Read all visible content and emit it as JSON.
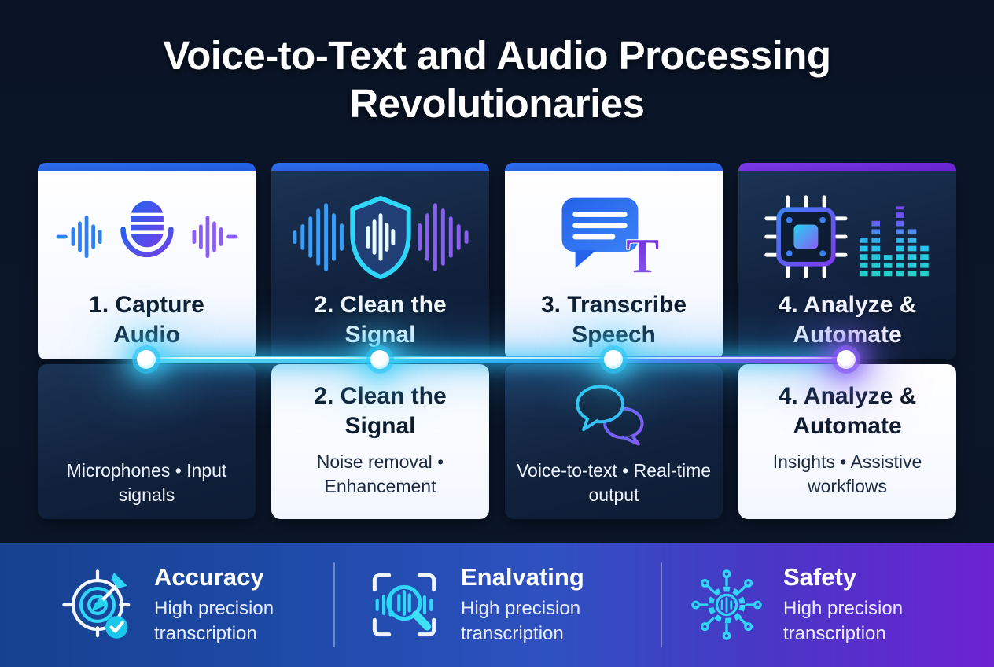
{
  "title": "Voice-to-Text and Audio Processing Revolutionaries",
  "colors": {
    "background": "#0b1527",
    "card_light": "#ffffff",
    "card_dark": "#14273f",
    "accent_blue": "#2563eb",
    "accent_purple": "#7c3aed",
    "timeline_cyan": "#2fc4f4",
    "timeline_purple": "#8b5cf6",
    "footer_blue": "#1e4aa9",
    "footer_purple": "#6d22d3"
  },
  "steps": [
    {
      "title": "1. Capture Audio",
      "icon": "microphone-soundwave-icon",
      "accent_color": "#2563eb",
      "detail": {
        "icon": "soundwave-icon",
        "text": "Microphones • Input signals"
      }
    },
    {
      "title": "2. Clean the Signal",
      "icon": "shield-soundwave-icon",
      "accent_color": "#2563eb",
      "detail": {
        "title": "2. Clean the Signal",
        "text": "Noise removal • Enhancement"
      }
    },
    {
      "title": "3. Transcribe Speech",
      "icon": "speech-bubble-letter-icon",
      "accent_color": "#2563eb",
      "detail": {
        "icon": "chat-bubbles-icon",
        "text": "Voice-to-text • Real-time output"
      }
    },
    {
      "title": "4. Analyze & Automate",
      "icon": "cpu-equalizer-icon",
      "accent_color": "#7c3aed",
      "detail": {
        "title": "4. Analyze & Automate",
        "text": "Insights • Assistive workflows"
      }
    }
  ],
  "footer": {
    "items": [
      {
        "icon": "target-check-icon",
        "title": "Accuracy",
        "subtitle": "High precision transcription"
      },
      {
        "icon": "magnifier-soundwave-icon",
        "title": "Enalvating",
        "subtitle": "High precision transcription"
      },
      {
        "icon": "gear-network-icon",
        "title": "Safety",
        "subtitle": "High precision transcription"
      }
    ]
  }
}
